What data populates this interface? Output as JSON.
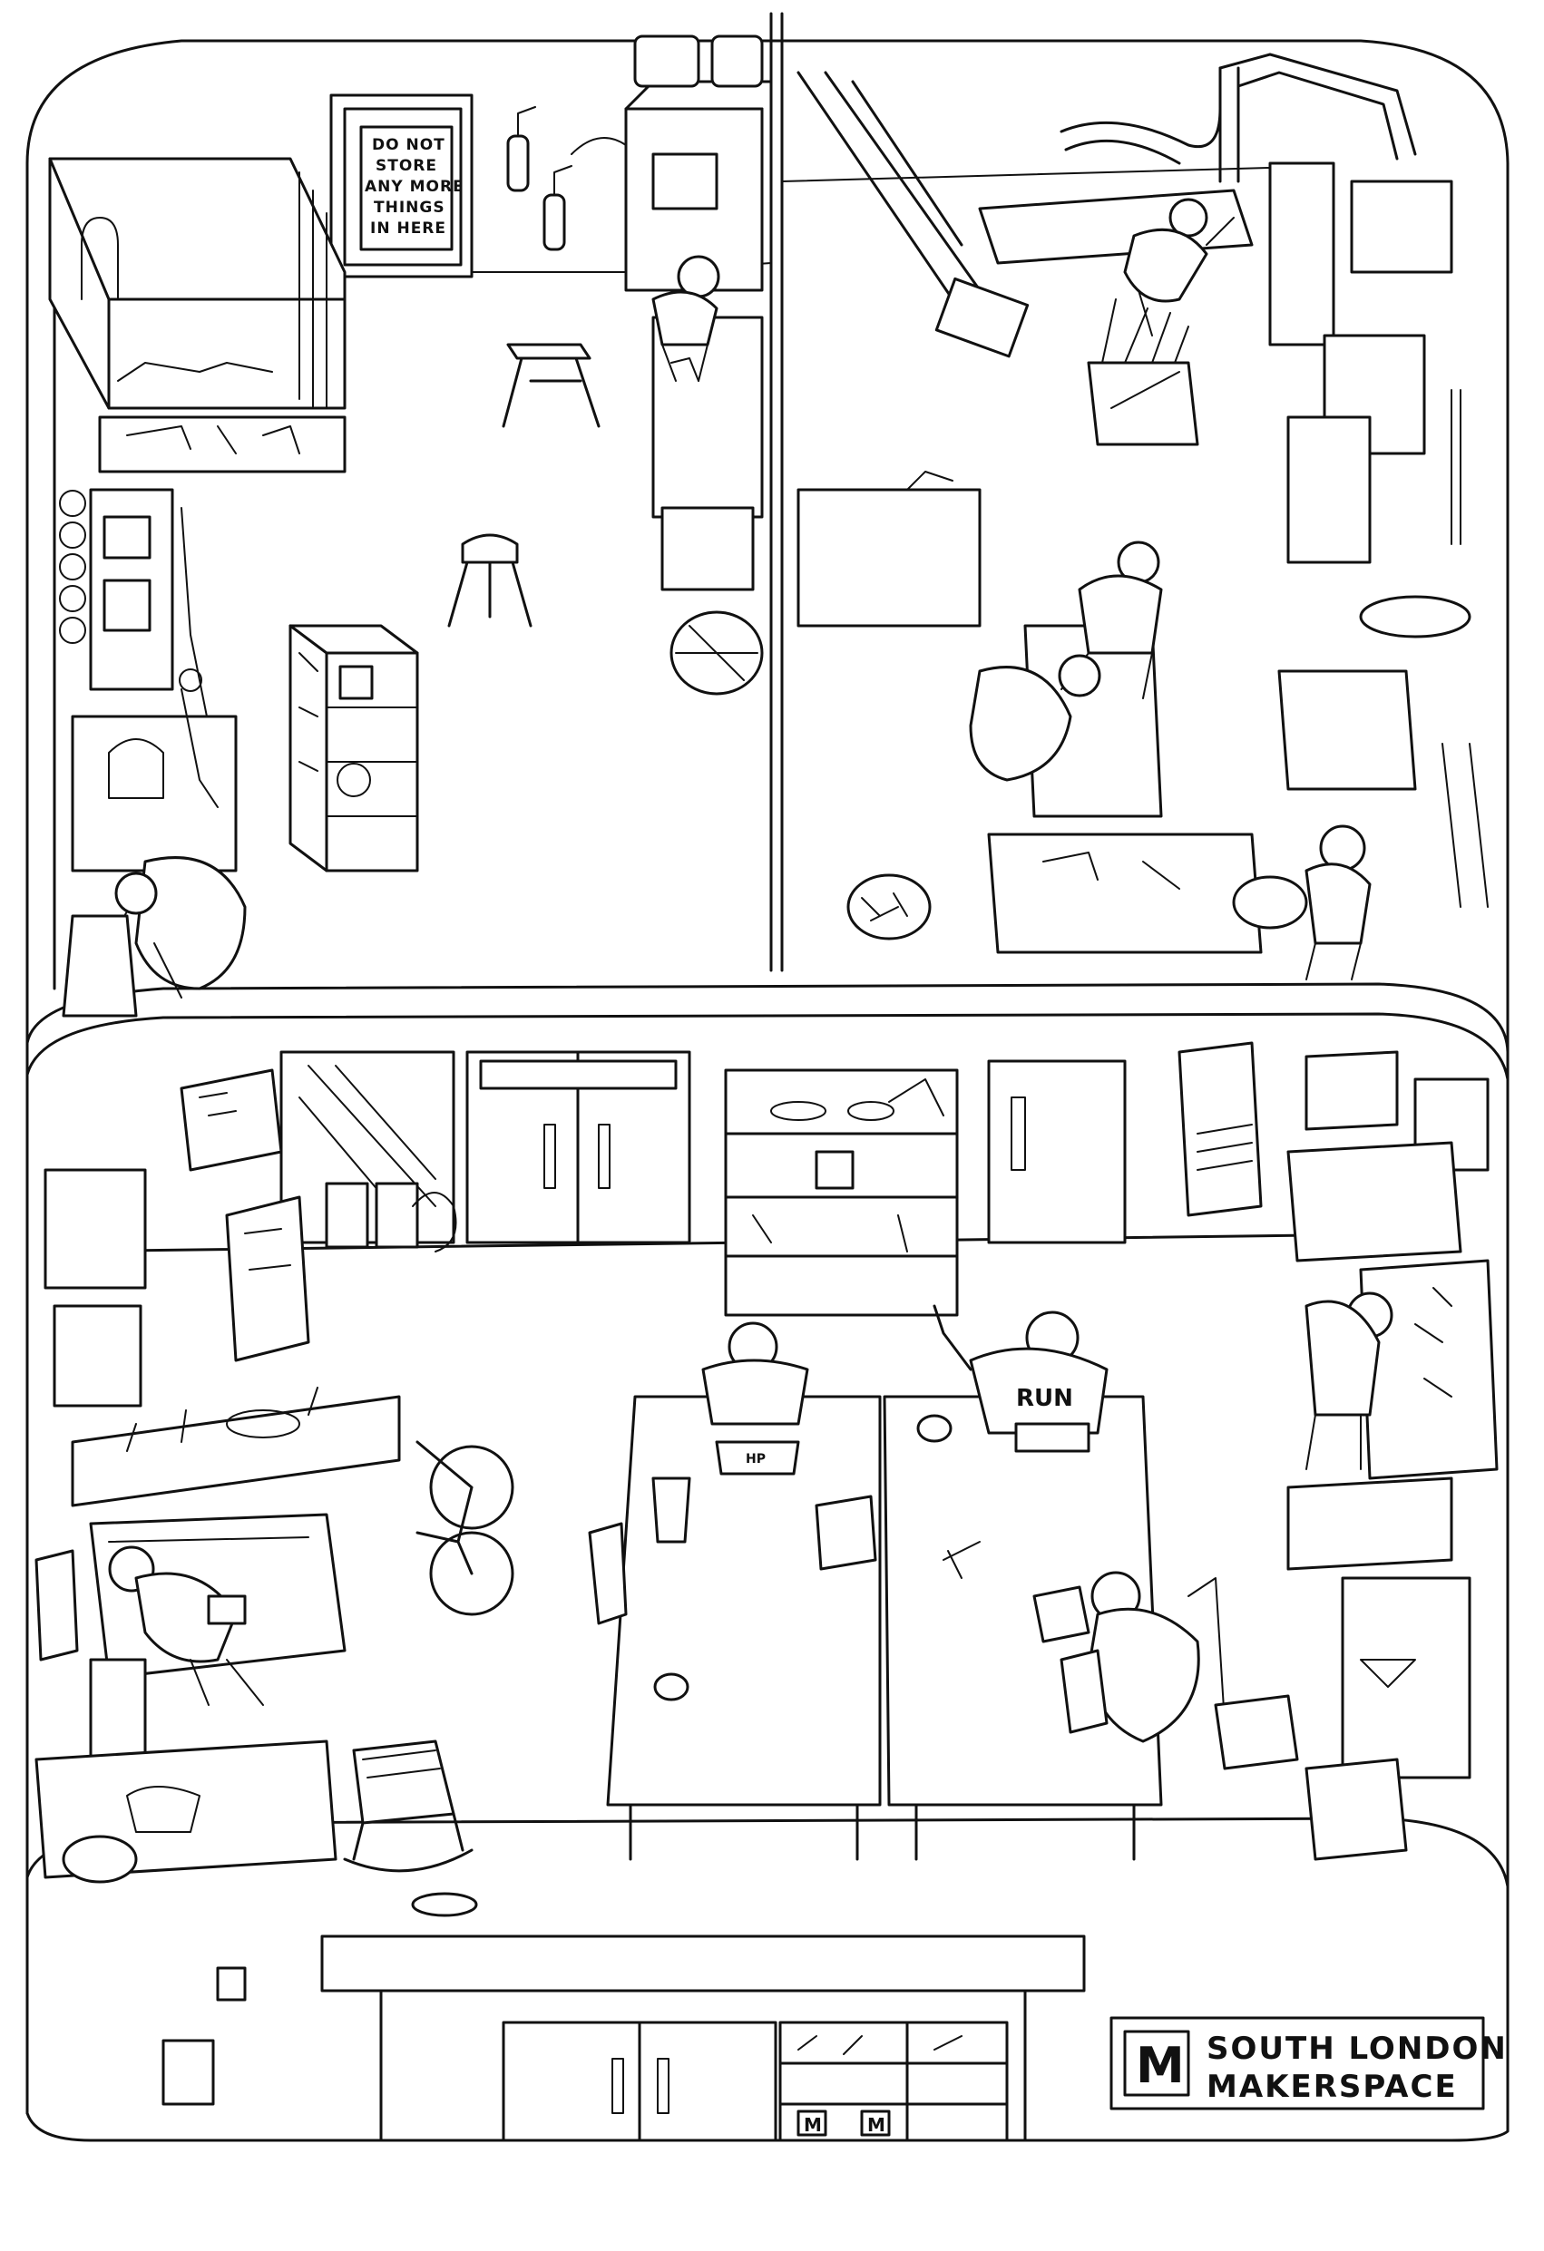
{
  "sign": {
    "lines": [
      "DO NOT",
      "STORE",
      "ANY MORE",
      "THINGS",
      "IN HERE"
    ]
  },
  "shirt_text": "RUN",
  "laptop_text": "HP",
  "logo": {
    "mark": "M",
    "line1": "SOUTH LONDON",
    "line2": "MAKERSPACE"
  },
  "shelf_labels": [
    "M",
    "M"
  ],
  "colors": {
    "ink": "#111111",
    "paper": "#ffffff"
  }
}
